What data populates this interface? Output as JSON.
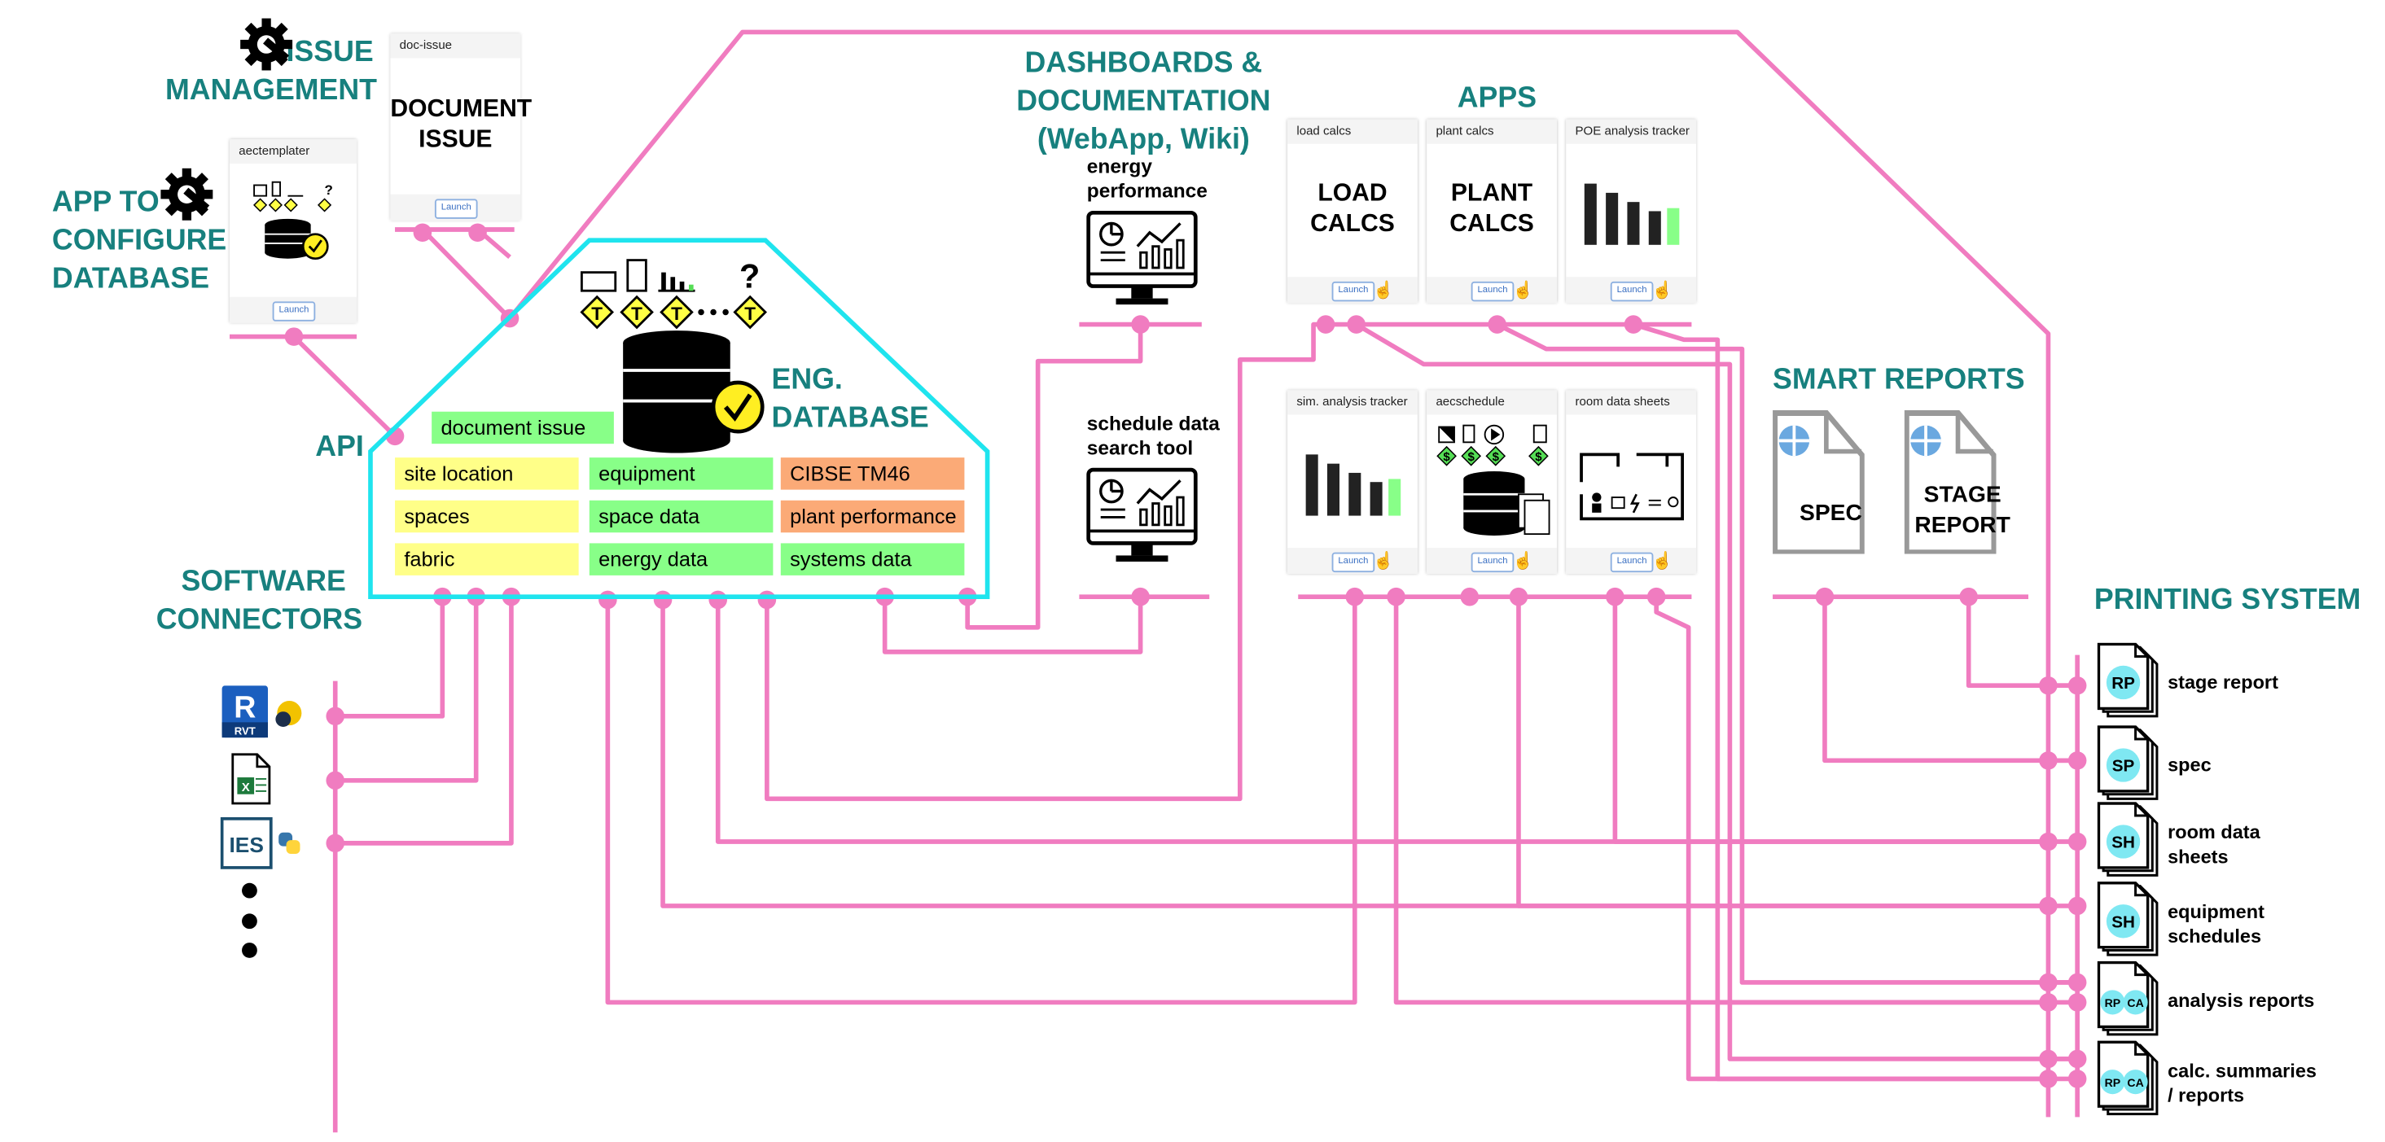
{
  "headings": {
    "issue_management": [
      "ISSUE",
      "MANAGEMENT"
    ],
    "app_configure": [
      "APP TO",
      "CONFIGURE",
      "DATABASE"
    ],
    "api": "API",
    "software_connectors": [
      "SOFTWARE",
      "CONNECTORS"
    ],
    "dashboards": [
      "DASHBOARDS &",
      "DOCUMENTATION",
      "(WebApp, Wiki)"
    ],
    "apps": "APPS",
    "smart_reports": "SMART REPORTS",
    "printing_system": "PRINTING SYSTEM",
    "eng_database": [
      "ENG.",
      "DATABASE"
    ]
  },
  "cards": {
    "aectemplater": {
      "title": "aectemplater",
      "launch": "Launch"
    },
    "doc_issue": {
      "title": "doc-issue",
      "big": [
        "DOCUMENT",
        "ISSUE"
      ],
      "launch": "Launch"
    },
    "load_calcs": {
      "title": "load calcs",
      "big": [
        "LOAD",
        "CALCS"
      ],
      "launch": "Launch"
    },
    "plant_calcs": {
      "title": "plant calcs",
      "big": [
        "PLANT",
        "CALCS"
      ],
      "launch": "Launch"
    },
    "poe_tracker": {
      "title": "POE analysis tracker",
      "launch": "Launch"
    },
    "sim_tracker": {
      "title": "sim. analysis tracker",
      "launch": "Launch"
    },
    "aecschedule": {
      "title": "aecschedule",
      "launch": "Launch"
    },
    "room_data_sheets": {
      "title": "room data sheets",
      "launch": "Launch"
    }
  },
  "dashboards": {
    "energy": [
      "energy",
      "performance"
    ],
    "schedule": [
      "schedule data",
      "search tool"
    ]
  },
  "database_tags": {
    "document_issue": "document issue",
    "site_location": "site location",
    "spaces": "spaces",
    "fabric": "fabric",
    "equipment": "equipment",
    "space_data": "space data",
    "energy_data": "energy data",
    "cibse_tm46": "CIBSE TM46",
    "plant_performance": "plant performance",
    "systems_data": "systems data"
  },
  "smart_reports": {
    "spec": [
      "SPEC"
    ],
    "stage_report": [
      "STAGE",
      "REPORT"
    ]
  },
  "printing_outputs": [
    {
      "badge": [
        "RP"
      ],
      "label": [
        "stage report"
      ]
    },
    {
      "badge": [
        "SP"
      ],
      "label": [
        "spec"
      ]
    },
    {
      "badge": [
        "SH"
      ],
      "label": [
        "room data",
        "sheets"
      ]
    },
    {
      "badge": [
        "SH"
      ],
      "label": [
        "equipment",
        "schedules"
      ]
    },
    {
      "badge": [
        "RP",
        "CA"
      ],
      "label": [
        "analysis reports"
      ]
    },
    {
      "badge": [
        "RP",
        "CA"
      ],
      "label": [
        "calc. summaries",
        "/ reports"
      ]
    }
  ],
  "connectors": {
    "revit_badge": "RVT",
    "revit_letter": "R",
    "excel_letter": "X",
    "ies_label": "IES"
  },
  "icon_text": {
    "t_letter": "T",
    "dollar": "$",
    "question": "?"
  },
  "colors": {
    "wire": "#f07cc0",
    "teal": "#17807e",
    "cyan_outline": "#1fe4ee",
    "yellow_tag": "#ffff88",
    "green_tag": "#88ff88",
    "orange_tag": "#fbaa77",
    "badge": "#7fe8f2"
  }
}
